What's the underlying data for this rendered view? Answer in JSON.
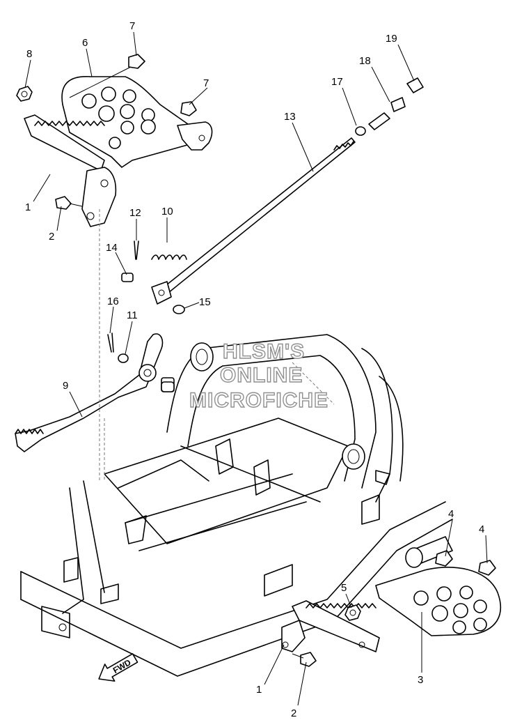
{
  "watermark": [
    "HLSM'S",
    "ONLINE",
    "MICROFICHE"
  ],
  "direction_arrow": "FWD",
  "callouts": [
    {
      "id": "c1a",
      "label": "1"
    },
    {
      "id": "c1b",
      "label": "1"
    },
    {
      "id": "c2a",
      "label": "2"
    },
    {
      "id": "c2b",
      "label": "2"
    },
    {
      "id": "c3",
      "label": "3"
    },
    {
      "id": "c4a",
      "label": "4"
    },
    {
      "id": "c4b",
      "label": "4"
    },
    {
      "id": "c5",
      "label": "5"
    },
    {
      "id": "c6",
      "label": "6"
    },
    {
      "id": "c7a",
      "label": "7"
    },
    {
      "id": "c7b",
      "label": "7"
    },
    {
      "id": "c8",
      "label": "8"
    },
    {
      "id": "c9",
      "label": "9"
    },
    {
      "id": "c10",
      "label": "10"
    },
    {
      "id": "c11",
      "label": "11"
    },
    {
      "id": "c12",
      "label": "12"
    },
    {
      "id": "c13",
      "label": "13"
    },
    {
      "id": "c14",
      "label": "14"
    },
    {
      "id": "c15",
      "label": "15"
    },
    {
      "id": "c16",
      "label": "16"
    },
    {
      "id": "c17",
      "label": "17"
    },
    {
      "id": "c18",
      "label": "18"
    },
    {
      "id": "c19",
      "label": "19"
    }
  ]
}
